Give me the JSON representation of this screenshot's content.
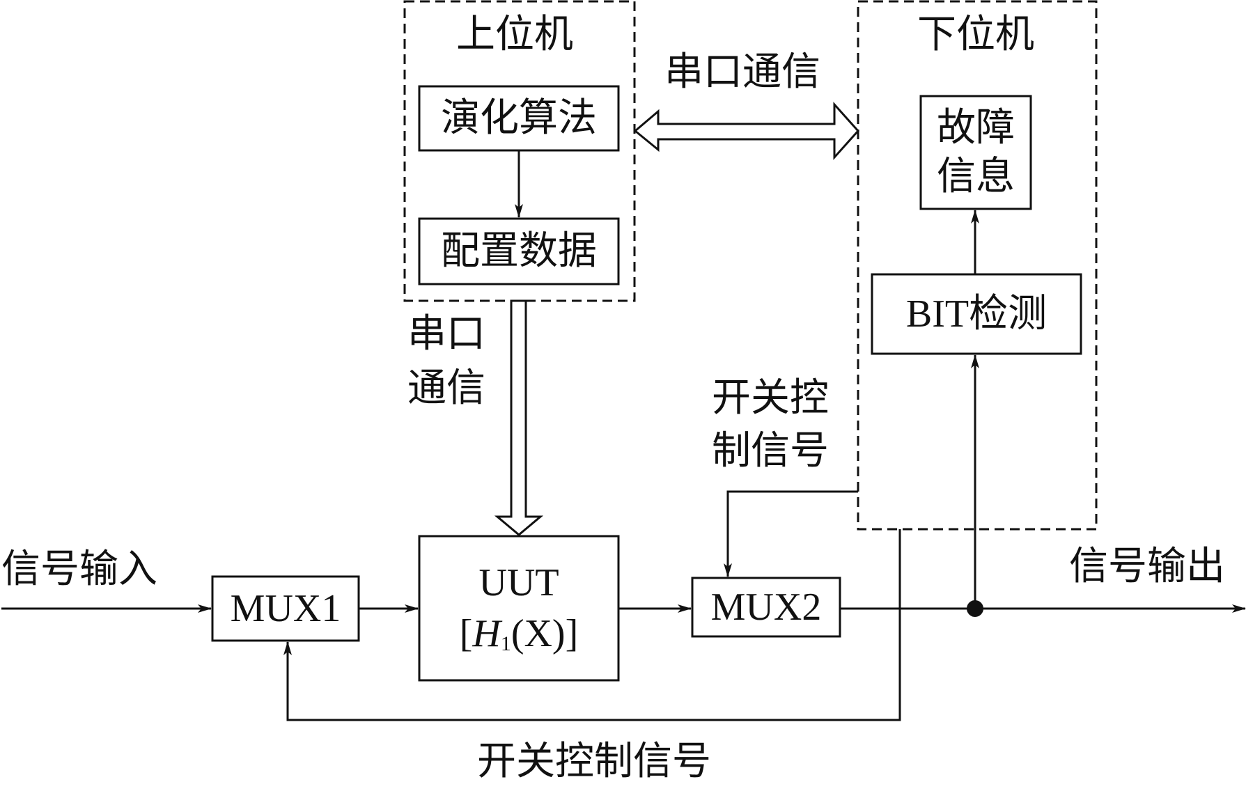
{
  "host": {
    "title": "上位机",
    "algorithm": "演化算法",
    "config": "配置数据"
  },
  "target": {
    "title": "下位机",
    "fault_info": [
      "故障",
      "信息"
    ],
    "bit": "BIT检测"
  },
  "serial_top": "串口通信",
  "serial_left": [
    "串口",
    "通信"
  ],
  "switch_ctrl_mid": [
    "开关控",
    "制信号"
  ],
  "switch_ctrl_bottom": "开关控制信号",
  "signal_in": "信号输入",
  "signal_out": "信号输出",
  "mux1": "MUX1",
  "mux2": "MUX2",
  "uut": {
    "name": "UUT",
    "formula_open": "[",
    "formula_H": "H",
    "formula_sub": "1",
    "formula_arg": "(X)",
    "formula_close": "]"
  }
}
